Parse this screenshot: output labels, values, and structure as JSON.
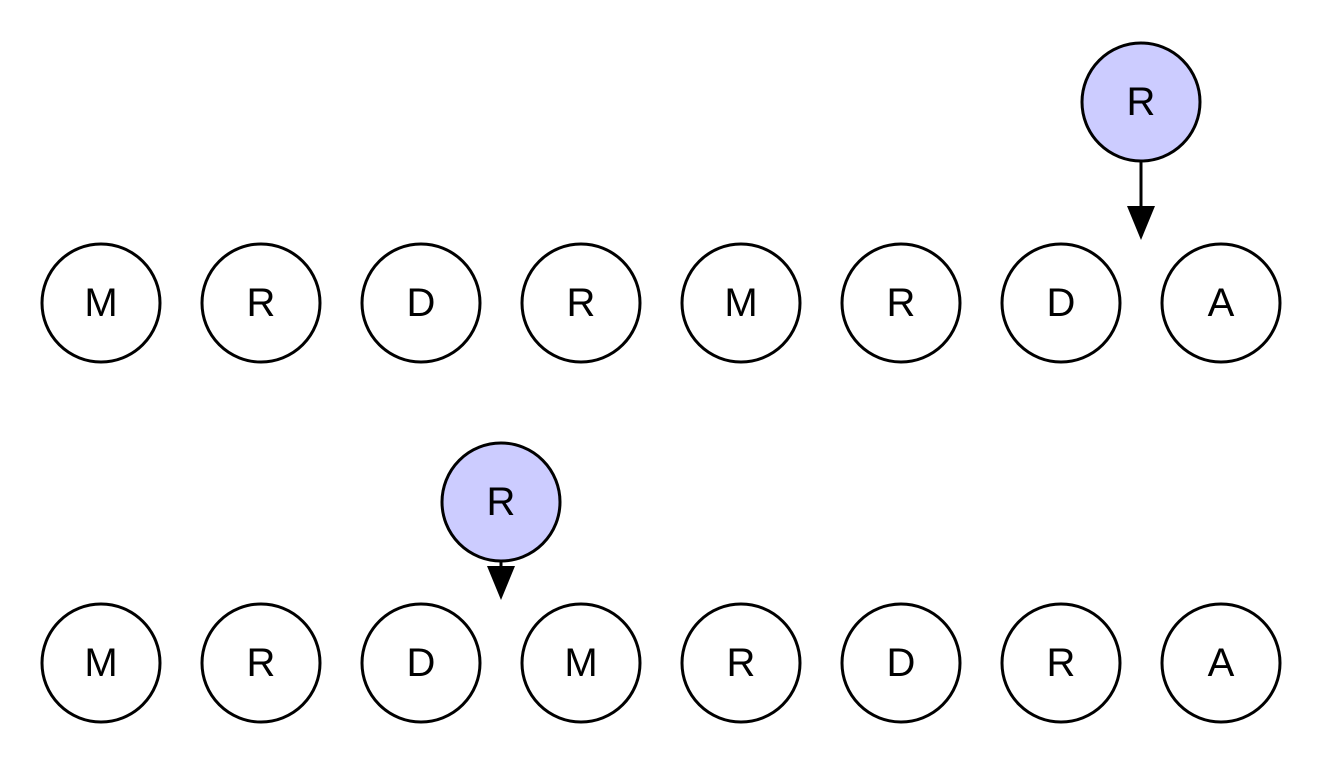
{
  "colors": {
    "node_fill": "#ffffff",
    "highlight_fill": "#ccccff",
    "stroke": "#000000"
  },
  "diagram": {
    "rows": [
      {
        "sequence": [
          "M",
          "R",
          "D",
          "R",
          "M",
          "R",
          "D",
          "A"
        ],
        "inserted_node": "R",
        "insert_after_index": 6
      },
      {
        "sequence": [
          "M",
          "R",
          "D",
          "M",
          "R",
          "D",
          "R",
          "A"
        ],
        "inserted_node": "R",
        "insert_after_index": 2
      }
    ]
  }
}
